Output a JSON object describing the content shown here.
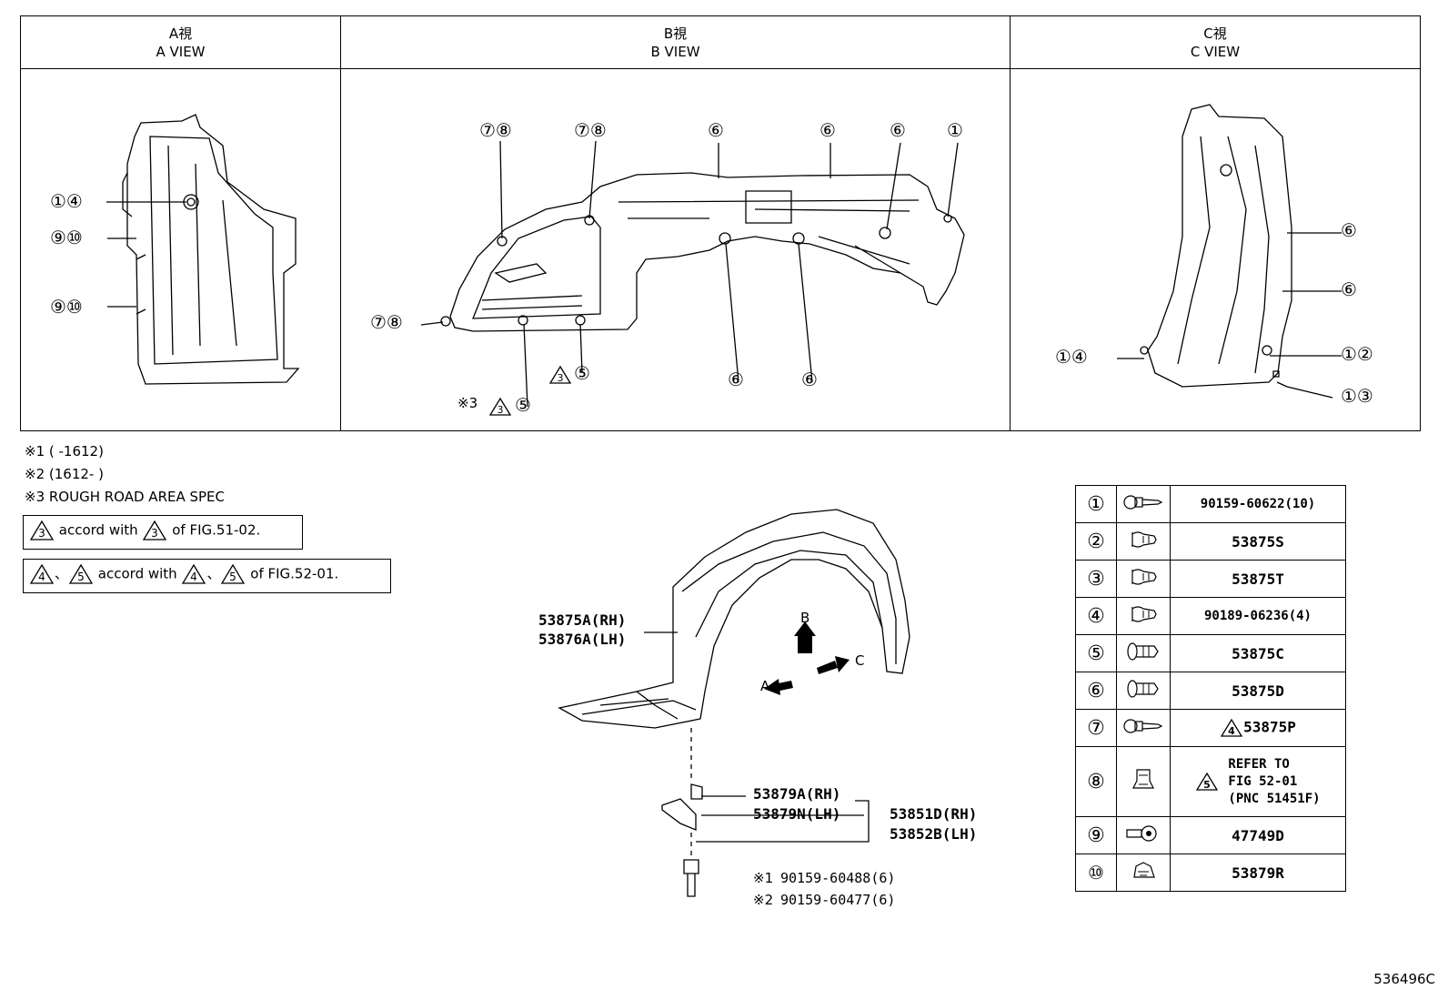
{
  "views": [
    {
      "jp": "A視",
      "en": "A VIEW"
    },
    {
      "jp": "B視",
      "en": "B VIEW"
    },
    {
      "jp": "C視",
      "en": "C VIEW"
    }
  ],
  "a_view_callouts": {
    "c1": "①④",
    "c2": "⑨⑩",
    "c3": "⑨⑩"
  },
  "b_view_callouts": {
    "top": [
      "⑦⑧",
      "⑦⑧",
      "⑥",
      "⑥",
      "⑥",
      "①"
    ],
    "left": "⑦⑧",
    "bottom": [
      "⑥",
      "⑥"
    ],
    "tri5": "⑤",
    "tri_num": "3",
    "note_mark": "※3",
    "note5": "⑤"
  },
  "c_view_callouts": {
    "r1": "⑥",
    "r2": "⑥",
    "left": "①④",
    "r3": "①②",
    "r4": "①③"
  },
  "notes": {
    "n1": "※1 (       -1612)",
    "n2": "※2 (1612-       )",
    "n3": "※3 ROUGH ROAD AREA SPEC"
  },
  "accord1": {
    "tri_a": "3",
    "text": "accord with",
    "tri_b": "3",
    "tail": "of FIG.51-02."
  },
  "accord2": {
    "tri_a": "4",
    "sep": "、",
    "tri_b": "5",
    "text": "accord with",
    "tri_c": "4",
    "sep2": "、",
    "tri_d": "5",
    "tail": "of FIG.52-01."
  },
  "parts": {
    "liner_rh": "53875A(RH)",
    "liner_lh": "53876A(LH)",
    "clip_rh": "53879A(RH)",
    "clip_lh": "53879N(LH)",
    "bracket_rh": "53851D(RH)",
    "bracket_lh": "53852B(LH)",
    "bolt1_mark": "※1",
    "bolt1": "90159-60488(6)",
    "bolt2_mark": "※2",
    "bolt2": "90159-60477(6)",
    "arrow_a": "A",
    "arrow_b": "B",
    "arrow_c": "C"
  },
  "legend": [
    {
      "no": "①",
      "icon": "screw-icon",
      "code": "90159-60622(10)"
    },
    {
      "no": "②",
      "icon": "clip-icon",
      "code": "53875S"
    },
    {
      "no": "③",
      "icon": "clip-icon",
      "code": "53875T"
    },
    {
      "no": "④",
      "icon": "clip-icon",
      "code": "90189-06236(4)"
    },
    {
      "no": "⑤",
      "icon": "push-clip-icon",
      "code": "53875C"
    },
    {
      "no": "⑥",
      "icon": "push-clip-icon",
      "code": "53875D"
    },
    {
      "no": "⑦",
      "icon": "screw-icon",
      "tri": "4",
      "code": "53875P"
    },
    {
      "no": "⑧",
      "icon": "nut-clip-icon",
      "tri": "5",
      "refer": [
        "REFER TO",
        "FIG 52-01",
        "(PNC 51451F)"
      ]
    },
    {
      "no": "⑨",
      "icon": "grommet-icon",
      "code": "47749D"
    },
    {
      "no": "⑩",
      "icon": "retainer-icon",
      "code": "53879R"
    }
  ],
  "illustration_id": "536496C"
}
